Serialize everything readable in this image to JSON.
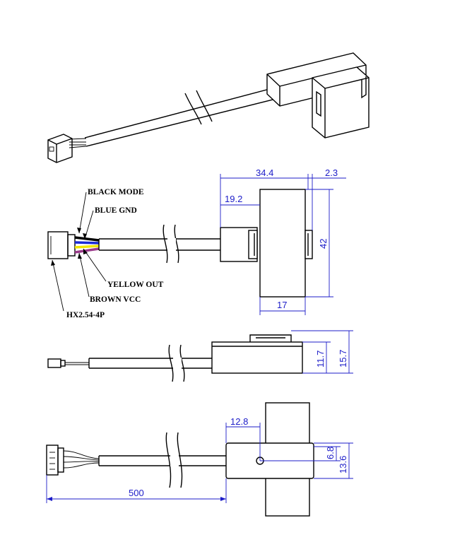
{
  "wire_labels": {
    "black": "BLACK MODE",
    "blue": "BLUE GND",
    "yellow": "YELLOW OUT",
    "brown": "BROWN VCC",
    "connector": "HX2.54-4P"
  },
  "dimensions": {
    "width_total": "34.4",
    "offset_right": "2.3",
    "offset_left": "19.2",
    "height": "42",
    "core_width": "17",
    "thickness_inner": "11.7",
    "thickness_outer": "15.7",
    "hole_offset": "12.8",
    "hole_height": "6.8",
    "body_height": "13.6",
    "cable_length": "500"
  },
  "colors": {
    "drawing": "#000000",
    "dimension": "#1c1cc8",
    "wire_black": "#000000",
    "wire_blue": "#1a2bd6",
    "wire_yellow": "#f2e600",
    "wire_brown": "#9a3a8a"
  }
}
